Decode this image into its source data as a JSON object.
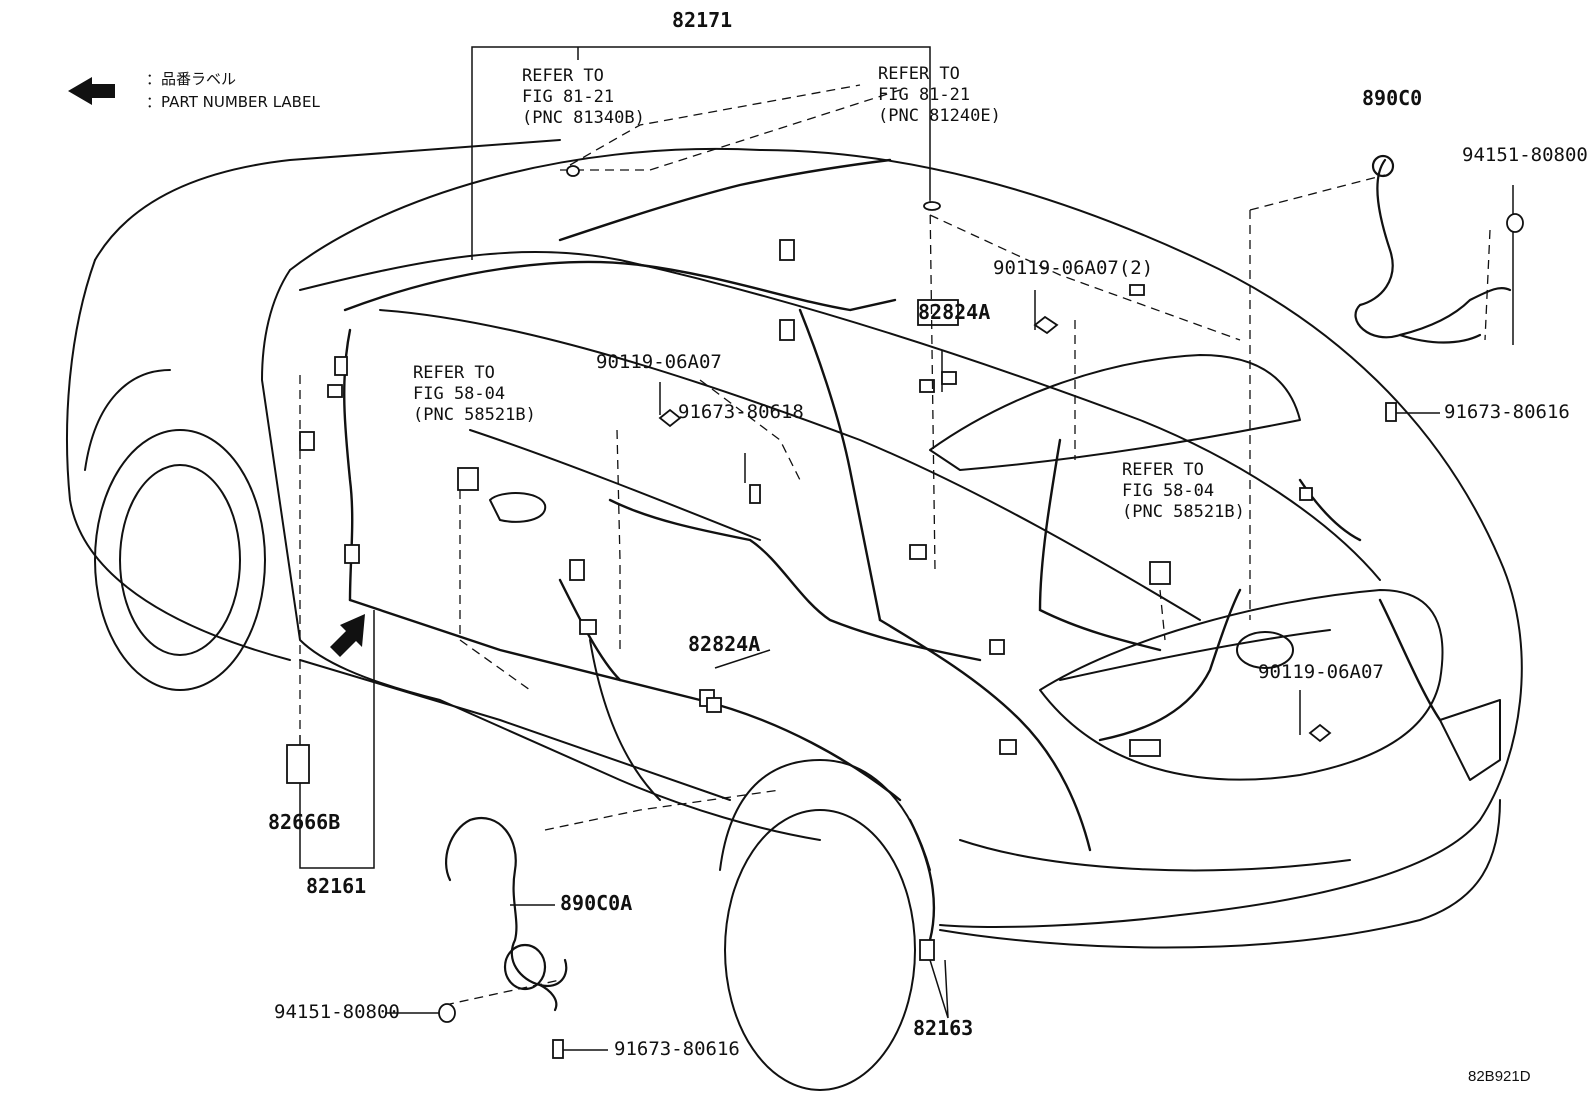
{
  "legend": {
    "jp": "品番ラベル",
    "en": "PART NUMBER LABEL"
  },
  "labels": {
    "p82171": "82171",
    "ref1": [
      "REFER TO",
      "FIG 81-21",
      "(PNC 81340B)"
    ],
    "ref2": [
      "REFER TO",
      "FIG 81-21",
      "(PNC 81240E)"
    ],
    "ref3": [
      "REFER TO",
      "FIG 58-04",
      "(PNC 58521B)"
    ],
    "ref4": [
      "REFER TO",
      "FIG 58-04",
      "(PNC 58521B)"
    ],
    "p890C0": "890C0",
    "p94151_top": "94151-80800",
    "p90119_2": "90119-06A07(2)",
    "p82824A_top": "82824A",
    "p90119_mid": "90119-06A07",
    "p91673_80618": "91673-80618",
    "p91673_right": "91673-80616",
    "p82824A_mid": "82824A",
    "p90119_right": "90119-06A07",
    "p82666B": "82666B",
    "p82161": "82161",
    "p890C0A": "890C0A",
    "p94151_bottom": "94151-80800",
    "p91673_bottom": "91673-80616",
    "p82163": "82163"
  },
  "figure_id": "82B921D"
}
